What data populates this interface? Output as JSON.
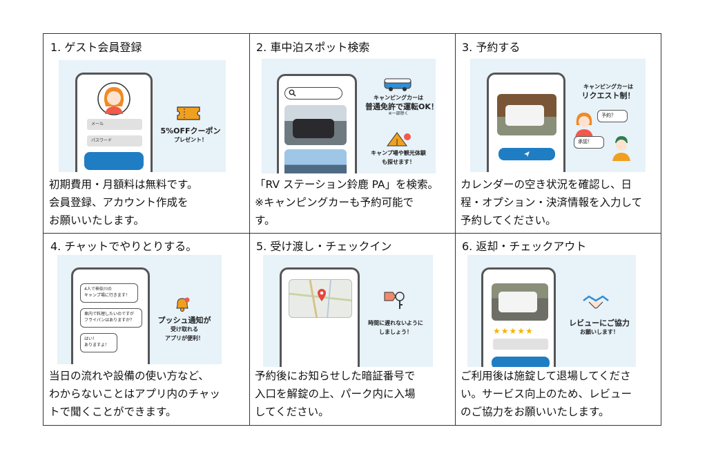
{
  "steps": [
    {
      "title": "1. ゲスト会員登録",
      "desc": [
        "初期費用・月額料は無料です。",
        "会員登録、アカウント作成を",
        "お願いいたします。"
      ],
      "illus": {
        "mail_label": "メール",
        "password_label": "パスワード",
        "note_line1": "5%OFFクーポン",
        "note_line2": "プレゼント！"
      }
    },
    {
      "title": "2. 車中泊スポット検索",
      "desc": [
        "「RV ステーション鈴鹿 PA」を検索。",
        "※キャンピングカーも予約可能で",
        "す。"
      ],
      "illus": {
        "note1_line1": "キャンピングカーは",
        "note1_line2": "普通免許で運転OK！",
        "note1_line3": "※一部除く",
        "note2_line1": "キャンプ場や観光体験",
        "note2_line2": "も探せます！"
      }
    },
    {
      "title": "3. 予約する",
      "desc": [
        "カレンダーの空き状況を確認し、日",
        "程・オプション・決済情報を入力して",
        "予約してください。"
      ],
      "illus": {
        "note_line1": "キャンピングカーは",
        "note_line2": "リクエスト制！",
        "bubble_request": "予約？",
        "bubble_approve": "承認！"
      }
    },
    {
      "title": "4. チャットでやりとりする。",
      "desc": [
        "当日の流れや設備の使い方など、",
        "わからないことはアプリ内のチャッ",
        "トで聞くことができます。"
      ],
      "illus": {
        "chat1_line1": "4人で神奈川の",
        "chat1_line2": "キャンプ場に行きます！",
        "chat2_line1": "車内で料理したいのですが",
        "chat2_line2": "フライパンはありますか？",
        "chat3_line1": "はい！",
        "chat3_line2": "ありますよ！",
        "note_line1": "プッシュ通知が",
        "note_line2": "受け取れる",
        "note_line3": "アプリが便利！"
      }
    },
    {
      "title": "5. 受け渡し・チェックイン",
      "desc": [
        "予約後にお知らせした暗証番号で",
        "入口を解錠の上、パーク内に入場",
        "してください。"
      ],
      "illus": {
        "note_line1": "時間に遅れないように",
        "note_line2": "しましょう！"
      }
    },
    {
      "title": "6. 返却・チェックアウト",
      "desc": [
        "ご利用後は施錠して退場してくださ",
        "い。サービス向上のため、レビュー",
        "のご協力をお願いいたします。"
      ],
      "illus": {
        "stars": "★★★★★",
        "note_line1": "レビューにご協力",
        "note_line2": "お願いします！"
      }
    }
  ],
  "colors": {
    "accent_blue": "#1f7dc3",
    "accent_orange": "#f0a020",
    "illus_bg": "#e7f2f9",
    "border": "#333333"
  }
}
